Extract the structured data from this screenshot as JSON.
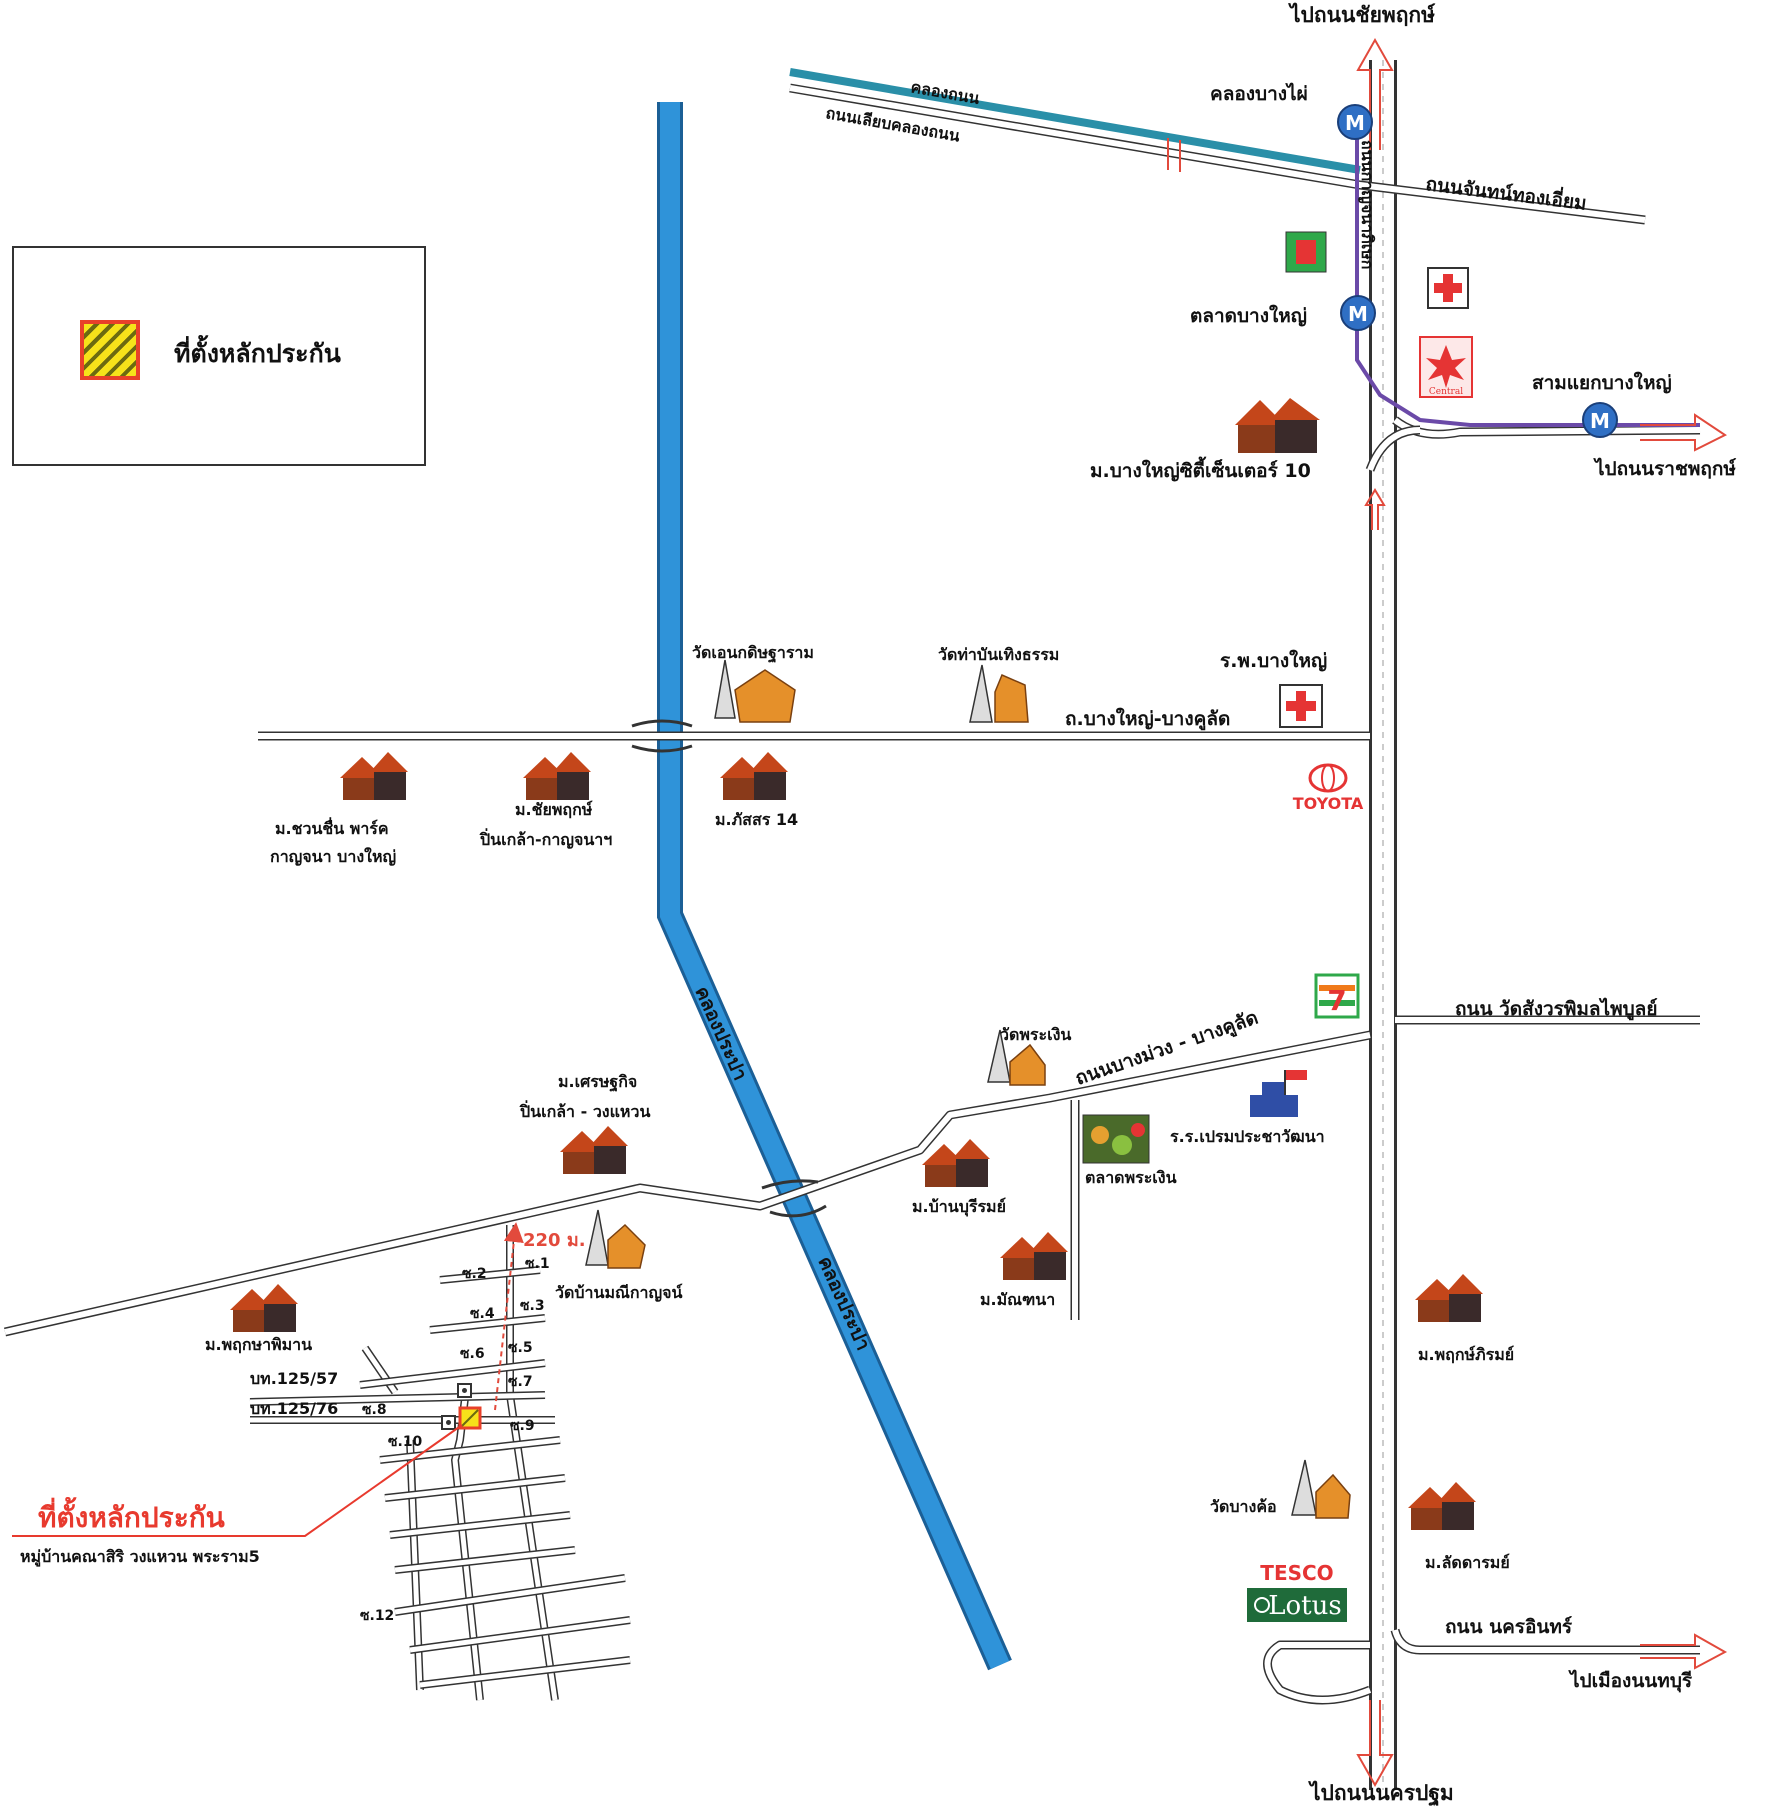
{
  "legend": {
    "label": "ที่ตั้งหลักประกัน"
  },
  "colors": {
    "canal": "#2f93d9",
    "canal_edge": "#1b5f96",
    "metro_line": "#6b4aa8",
    "metro_badge": "#2f6fc4",
    "arrow": "#e24a3c",
    "site_label": "#e83a2e",
    "hospital": "#e53434"
  },
  "labels": {
    "to_chaiyaphruek": "ไปถนนชัยพฤกษ์",
    "khlong_bang_phai": "คลองบางไผ่",
    "khlong_thanon": "คลองถนน",
    "thanon_liap_khlong_thanon": "ถนนเลียบคลองถนน",
    "kanchanaphisek_rd": "ถนนกาญจนาภิเษก",
    "chan_thong_iam_rd": "ถนนจันทน์ทองเอี่ยม",
    "talat_bang_yai": "ตลาดบางใหญ่",
    "sam_yaek_bang_yai": "สามแยกบางใหญ่",
    "to_ratchaphruek": "ไปถนนราชพฤกษ์",
    "bang_yai_city_10": "ม.บางใหญ่ซิตี้เซ็นเตอร์ 10",
    "central_logo": "Central",
    "wat_en": "วัดเอนกดิษฐาราม",
    "wat_tha": "วัดท่าบันเทิงธรรม",
    "hospital_bang_yai": "ร.พ.บางใหญ่",
    "rd_bang_yai_bang_khu_rat": "ถ.บางใหญ่-บางคูลัด",
    "moo_chuan_chuen_1": "ม.ชวนชื่น พาร์ค",
    "moo_chuan_chuen_2": "กาญจนา บางใหญ่",
    "moo_chaiyaphruek_1": "ม.ชัยพฤกษ์",
    "moo_chaiyaphruek_2": "ปิ่นเกล้า-กาญจนาฯ",
    "moo_phatsorn": "ม.ภัสสร 14",
    "toyota_logo": "TOYOTA",
    "seven_logo": "7",
    "rd_wat_sangwon": "ถนน วัดสังวรพิมลไพบูลย์",
    "wat_phra_ngoen": "วัดพระเงิน",
    "rd_bang_muang": "ถนนบางม่วง - บางคูลัด",
    "school_prem": "ร.ร.เปรมประชาวัฒนา",
    "talat_phra_ngoen": "ตลาดพระเงิน",
    "moo_ban_buri_rom": "ม.บ้านบุรีรมย์",
    "moo_montana": "ม.มัณฑนา",
    "khlong_prapa": "คลองประปา",
    "moo_setthakit_1": "ม.เศรษฐกิจ",
    "moo_setthakit_2": "ปิ่นเกล้า - วงแหวน",
    "dist_220": "220 ม.",
    "wat_ban_manee": "วัดบ้านมณีกาญจน์",
    "moo_phruksa": "ม.พฤกษาพิมาน",
    "plot_1": "บท.125/57",
    "plot_2": "บท.125/76",
    "site_label": "ที่ตั้งหลักประกัน",
    "site_sub": "หมู่บ้านคณาสิริ วงแหวน พระราม5",
    "moo_phruksa_rom": "ม.พฤกษ์ภิรมย์",
    "wat_bang_kho": "วัดบางค้อ",
    "moo_lad_darom": "ม.ลัดดารมย์",
    "tesco": "TESCO",
    "lotus": "Lotus",
    "rd_nakhon_in": "ถนน นครอินทร์",
    "to_nonthaburi": "ไปเมืองนนทบุรี",
    "to_nakhon_pathom": "ไปถนนนครปฐม",
    "metro_badge": "M"
  },
  "soi_labels": [
    "ซ.1",
    "ซ.2",
    "ซ.3",
    "ซ.4",
    "ซ.5",
    "ซ.6",
    "ซ.7",
    "ซ.8",
    "ซ.9",
    "ซ.10",
    "ซ.12"
  ]
}
